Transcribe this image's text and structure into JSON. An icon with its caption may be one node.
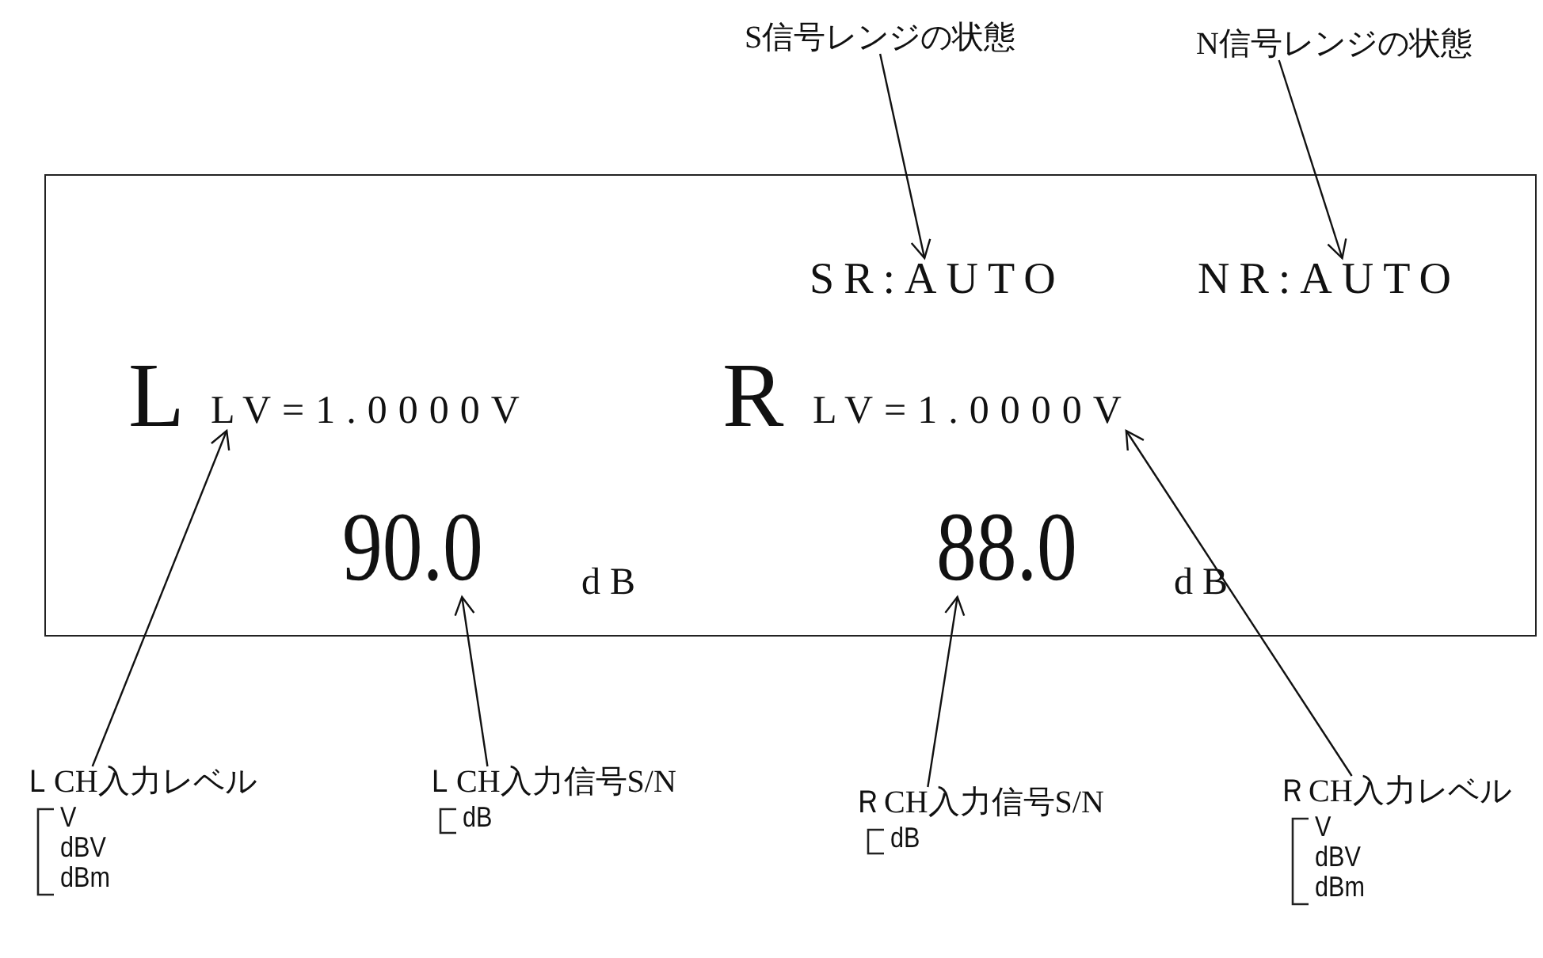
{
  "diagram": {
    "nodes": [
      {
        "text": [],
        "shape": "box"
      },
      {
        "text": [
          "SR:AUTO"
        ],
        "in": 0
      },
      {
        "text": [
          "NR:AUTO"
        ],
        "in": 0
      },
      {
        "text": [
          "L"
        ],
        "in": 0
      },
      {
        "text": [
          "LV=1.0000V"
        ],
        "in": 0
      },
      {
        "text": [
          "R"
        ],
        "in": 0
      },
      {
        "text": [
          "LV=1.0000V"
        ],
        "in": 0
      },
      {
        "text": [
          "90.0"
        ],
        "in": 0
      },
      {
        "text": [
          "dB"
        ],
        "in": 0
      },
      {
        "text": [
          "88.0"
        ],
        "in": 0
      },
      {
        "text": [
          "dB"
        ],
        "in": 0
      },
      {
        "text": [
          "S信号レンジの状態"
        ]
      },
      {
        "text": [
          "N信号レンジの状態"
        ]
      },
      {
        "text": [
          "ＬCH入力レベル",
          "V",
          "dBV",
          "dBm"
        ]
      },
      {
        "text": [
          "ＬCH入力信号S/N",
          "dB"
        ]
      },
      {
        "text": [
          "ＲCH入力信号S/N",
          "dB"
        ]
      },
      {
        "text": [
          "ＲCH入力レベル",
          "V",
          "dBV",
          "dBm"
        ]
      }
    ],
    "edges": [
      {
        "from": 11,
        "to": 1,
        "arrow": "to"
      },
      {
        "from": 12,
        "to": 2,
        "arrow": "to"
      },
      {
        "from": 13,
        "to": 4,
        "arrow": "to"
      },
      {
        "from": 14,
        "to": 7,
        "arrow": "to"
      },
      {
        "from": 15,
        "to": 9,
        "arrow": "to"
      },
      {
        "from": 16,
        "to": 6,
        "arrow": "to"
      }
    ]
  }
}
